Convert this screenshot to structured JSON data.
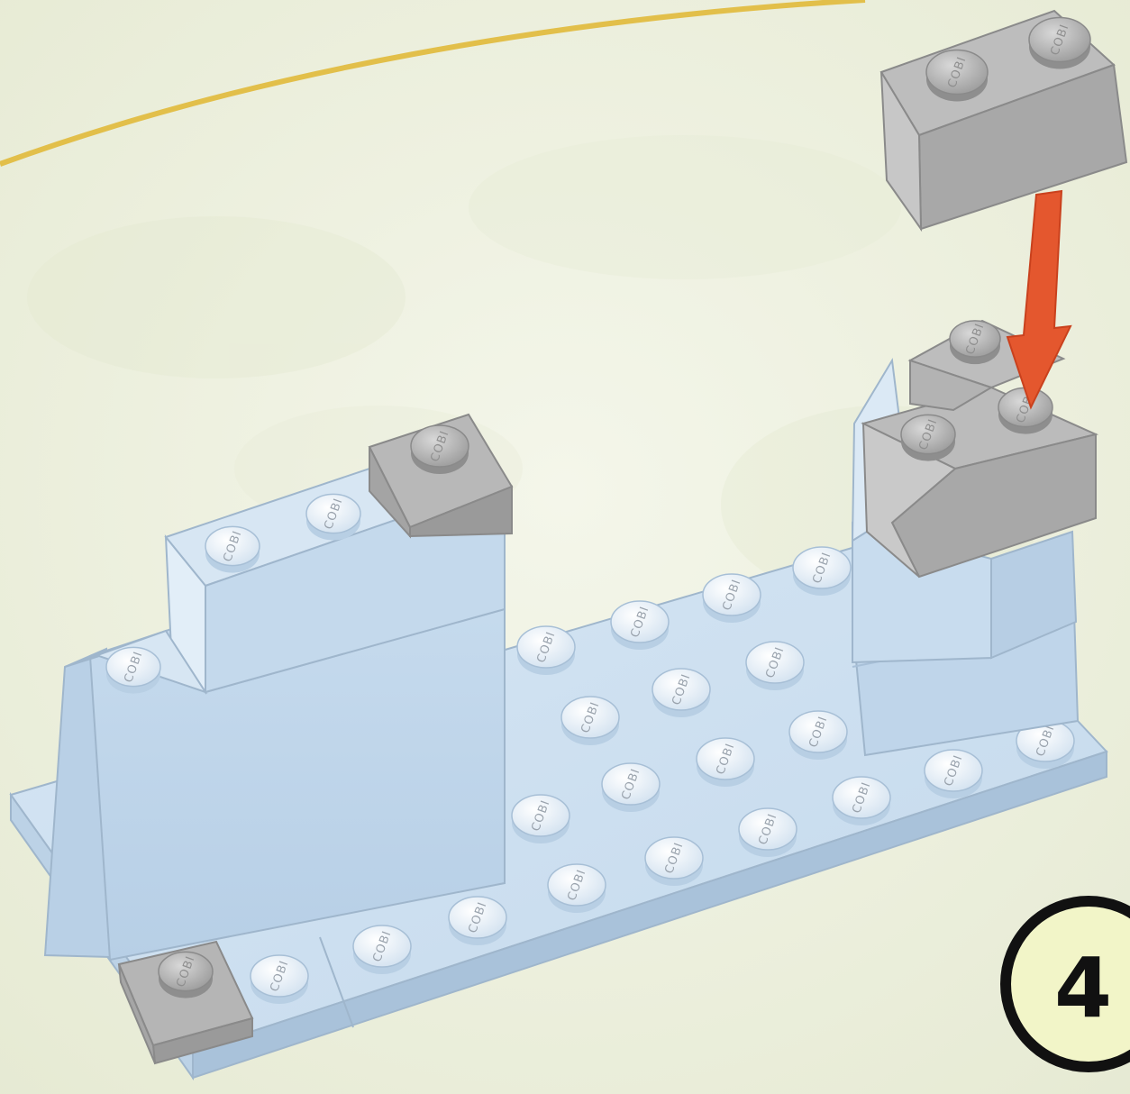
{
  "instruction": {
    "step_number": "4",
    "stud_logo": "COBI",
    "colors": {
      "background": "#eef1e2",
      "curve": "#e2bf4a",
      "light_blue_brick": "#c7dcee",
      "grey_brick": "#a9a9a9",
      "arrow": "#e4572e",
      "step_badge_fill": "#f2f5c8",
      "step_badge_stroke": "#111111"
    },
    "icons": [
      "down-arrow-icon",
      "step-badge"
    ]
  }
}
